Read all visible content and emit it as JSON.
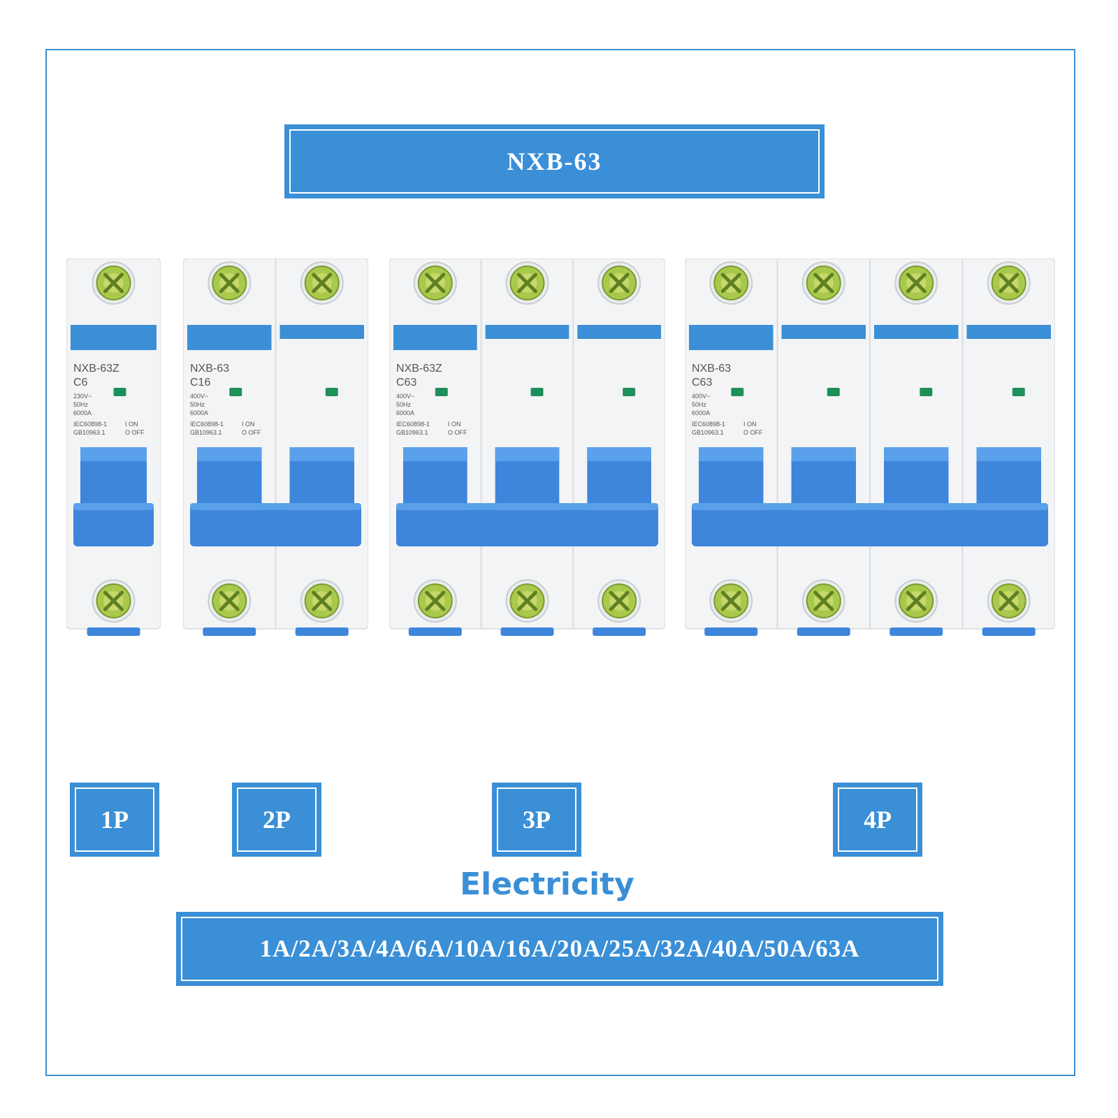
{
  "title": "NXB-63",
  "breakers": [
    {
      "pole": "1P",
      "model": "NXB-63Z",
      "rating": "C6",
      "voltage": "230V~",
      "freq": "50Hz",
      "capacity": "6000A",
      "std1": "IEC60898-1",
      "std2": "GB10963.1",
      "on": "I ON",
      "off": "O OFF"
    },
    {
      "pole": "2P",
      "model": "NXB-63",
      "rating": "C16",
      "voltage": "400V~",
      "freq": "50Hz",
      "capacity": "6000A",
      "std1": "IEC60898-1",
      "std2": "GB10963.1",
      "on": "I ON",
      "off": "O OFF"
    },
    {
      "pole": "3P",
      "model": "NXB-63Z",
      "rating": "C63",
      "voltage": "400V~",
      "freq": "50Hz",
      "capacity": "6000A",
      "std1": "IEC60898-1",
      "std2": "GB10963.1",
      "on": "I ON",
      "off": "O OFF"
    },
    {
      "pole": "4P",
      "model": "NXB-63",
      "rating": "C63",
      "voltage": "400V~",
      "freq": "50Hz",
      "capacity": "6000A",
      "std1": "IEC60898-1",
      "std2": "GB10963.1",
      "on": "I ON",
      "off": "O OFF"
    }
  ],
  "subtitle": "Electricity",
  "currents": "1A/2A/3A/4A/6A/10A/16A/20A/25A/32A/40A/50A/63A",
  "colors": {
    "accent": "#3a8fd6",
    "handle": "#3d86db",
    "body": "#f3f4f5",
    "screw": "#9cc24a"
  }
}
